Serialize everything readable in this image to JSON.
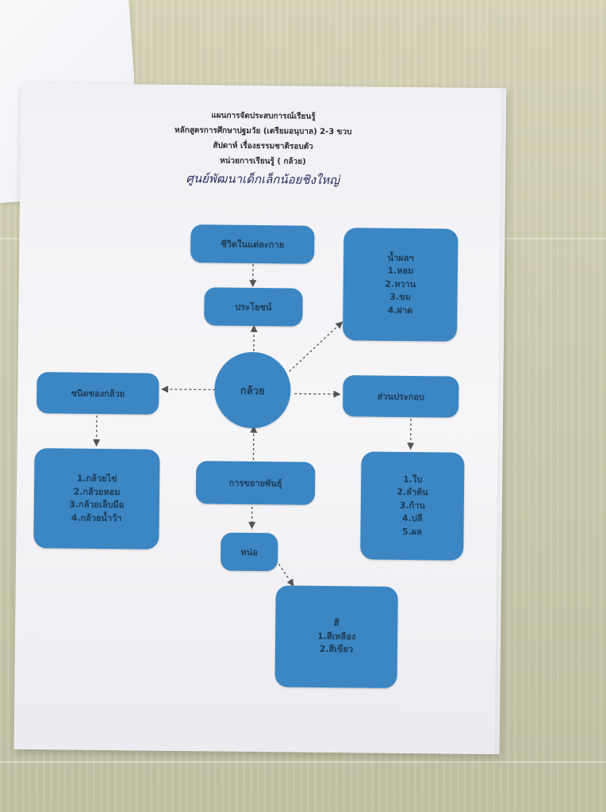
{
  "header": {
    "line1": "แผนการจัดประสบการณ์เรียนรู้",
    "line2": "หลักสูตรการศึกษาปฐมวัย (เตรียมอนุบาล) 2-3 ขวบ",
    "line3": "สัปดาห์ เรื่องธรรมชาติรอบตัว",
    "line4": "หน่วยการเรียนรู้ ( กล้วย)",
    "handwritten": "ศูนย์พัฒนาเด็กเล็กน้อยชิงใหญ่"
  },
  "diagram": {
    "center": "กล้วย",
    "top_box": "ชีวิตในแต่ละกาย",
    "benefit": "ประโยชน์",
    "right_top": {
      "title": "น้ำผลฯ",
      "items": [
        "1.หอม",
        "2.หวาน",
        "3.ขม",
        "4.ฝาด"
      ]
    },
    "left_box": "ชนิดของกล้วย",
    "left_list": [
      "1.กล้วยไข่",
      "2.กล้วยหอม",
      "3.กล้วยเล็บมือ",
      "4.กล้วยน้ำว้า"
    ],
    "right_mid": "ส่วนประกอบ",
    "right_list": [
      "1.ใบ",
      "2.ลำต้น",
      "3.ก้าน",
      "4.ปลี",
      "5.ผล"
    ],
    "bottom_box": "การขยายพันธุ์",
    "shoot": "หน่อ",
    "bottom_list": {
      "title": "สี",
      "items": [
        "1.สีเหลือง",
        "2.สีเขียว"
      ]
    }
  }
}
